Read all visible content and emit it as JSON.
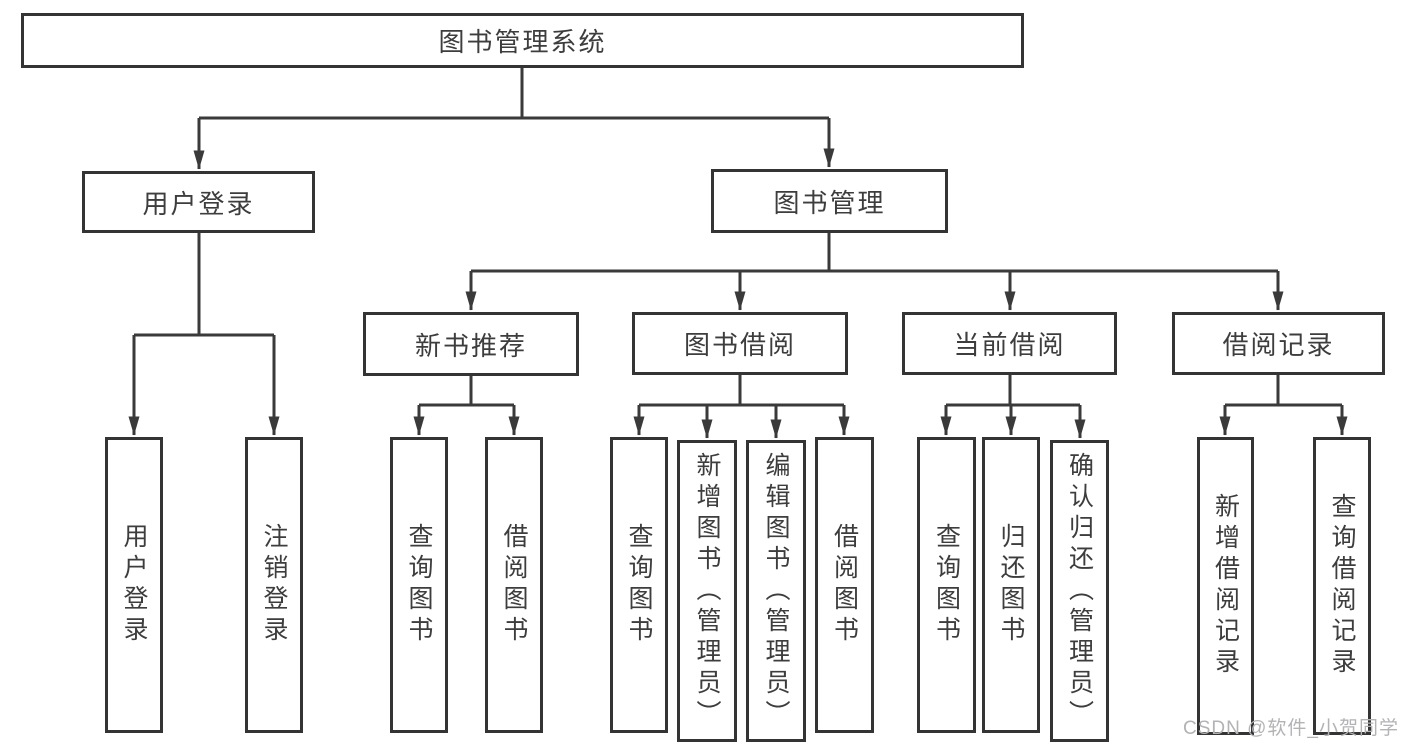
{
  "diagram": {
    "root": {
      "label": "图书管理系统"
    },
    "level2": [
      {
        "label": "用户登录"
      },
      {
        "label": "图书管理"
      }
    ],
    "level3": [
      {
        "label": "新书推荐"
      },
      {
        "label": "图书借阅"
      },
      {
        "label": "当前借阅"
      },
      {
        "label": "借阅记录"
      }
    ],
    "leaves": [
      {
        "label": "用户登录"
      },
      {
        "label": "注销登录"
      },
      {
        "label": "查询图书"
      },
      {
        "label": "借阅图书"
      },
      {
        "label": "查询图书"
      },
      {
        "label": "新增图书（管理员）"
      },
      {
        "label": "编辑图书（管理员）"
      },
      {
        "label": "借阅图书"
      },
      {
        "label": "查询图书"
      },
      {
        "label": "归还图书"
      },
      {
        "label": "确认归还（管理员）"
      },
      {
        "label": "新增借阅记录"
      },
      {
        "label": "查询借阅记录"
      }
    ]
  },
  "watermark": {
    "text": "CSDN @软件_小贺同学"
  },
  "colors": {
    "border": "#343434",
    "line": "#3a3a3a",
    "text": "#3d3d3d",
    "watermark": "#b3b3b6",
    "background": "#ffffff"
  }
}
